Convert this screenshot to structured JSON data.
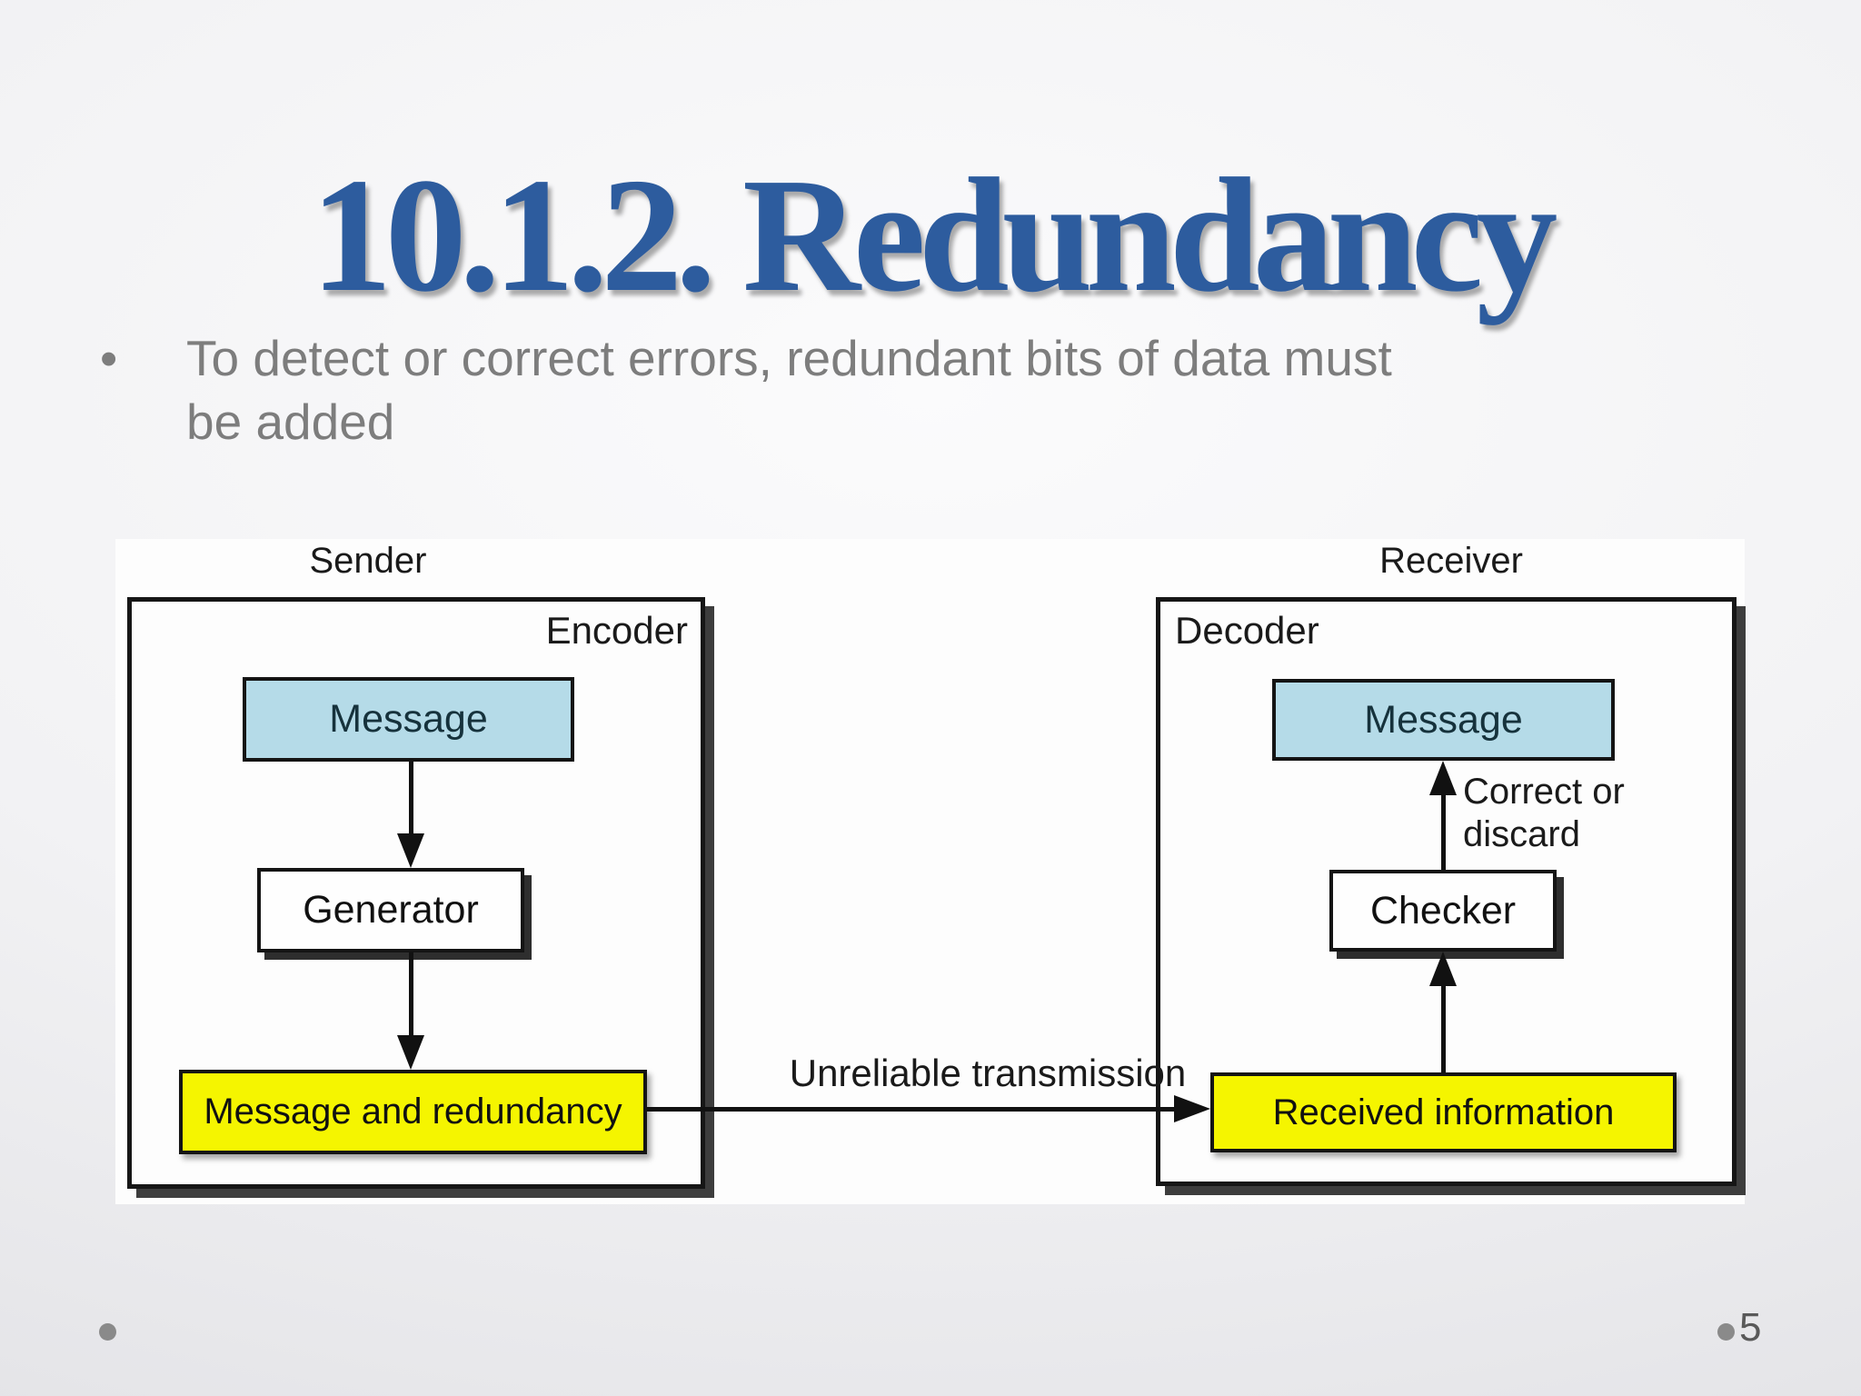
{
  "slide": {
    "title": "10.1.2. Redundancy",
    "bullet_glyph": "•",
    "bullet_text": "To detect or correct errors, redundant bits of data must be added",
    "page_number": "5"
  },
  "diagram": {
    "sender_label": "Sender",
    "receiver_label": "Receiver",
    "transmission_label": "Unreliable transmission",
    "encoder": {
      "title": "Encoder",
      "message_box": "Message",
      "generator_box": "Generator",
      "output_box": "Message and redundancy"
    },
    "decoder": {
      "title": "Decoder",
      "message_box": "Message",
      "checker_box": "Checker",
      "input_box": "Received information",
      "checker_note": "Correct or\ndiscard"
    },
    "colors": {
      "title_blue": "#2d5c9e",
      "bullet_gray": "#7d7d7d",
      "message_fill": "#b5dbe8",
      "redundancy_fill": "#f5f500",
      "diagram_background": "#fdfdfd"
    }
  }
}
